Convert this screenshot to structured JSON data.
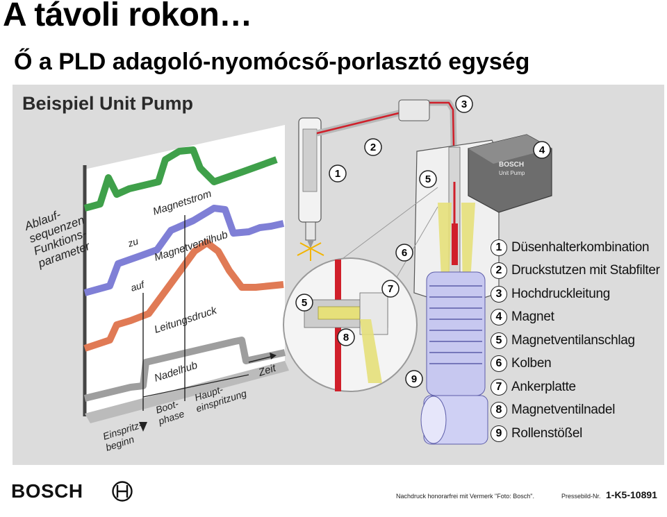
{
  "slide": {
    "title": "A távoli rokon…",
    "subtitle": "Ő a PLD adagoló-nyomócső-porlasztó egység"
  },
  "figure": {
    "title": "Beispiel Unit Pump",
    "diagram": {
      "axis_labels": [
        "Ablauf-",
        "sequenzen",
        "Funktions-",
        "parameter"
      ],
      "curve_labels": {
        "magnetstrom": "Magnetstrom",
        "magnetventilhub": "Magnetventilhub",
        "zu": "zu",
        "auf": "auf",
        "leitungsdruck": "Leitungsdruck",
        "nadelhub": "Nadelhub",
        "zeit": "Zeit"
      },
      "phase_labels": {
        "einspritzbeginn_1": "Einspritz-",
        "einspritzbeginn_2": "beginn",
        "boot_1": "Boot-",
        "boot_2": "phase",
        "haupt_1": "Haupt-",
        "haupt_2": "einspritzung"
      },
      "colors": {
        "magnetstrom": "#3fa04a",
        "magnetventilhub": "#7f7fd6",
        "leitungsdruck": "#e07a55",
        "nadelhub": "#9e9e9e",
        "fuel_line": "#d01f2a",
        "solenoid_yellow": "#e6e07a"
      }
    },
    "callout_numbers": [
      "1",
      "2",
      "3",
      "4",
      "5",
      "6",
      "7",
      "8",
      "9"
    ],
    "magnet_housing_text": [
      "BOSCH",
      "Unit Pump"
    ],
    "legend": [
      {
        "num": "1",
        "label": "Düsenhalterkombination"
      },
      {
        "num": "2",
        "label": "Druckstutzen mit Stabfilter"
      },
      {
        "num": "3",
        "label": "Hochdruckleitung"
      },
      {
        "num": "4",
        "label": "Magnet"
      },
      {
        "num": "5",
        "label": "Magnetventilanschlag"
      },
      {
        "num": "6",
        "label": "Kolben"
      },
      {
        "num": "7",
        "label": "Ankerplatte"
      },
      {
        "num": "8",
        "label": "Magnetventilnadel"
      },
      {
        "num": "9",
        "label": "Rollenstößel"
      }
    ]
  },
  "footer": {
    "logo": "BOSCH",
    "note": "Nachdruck honorarfrei mit Vermerk \"Foto: Bosch\".",
    "pressnr_label": "Pressebild-Nr.",
    "pressnr": "1-K5-10891"
  }
}
